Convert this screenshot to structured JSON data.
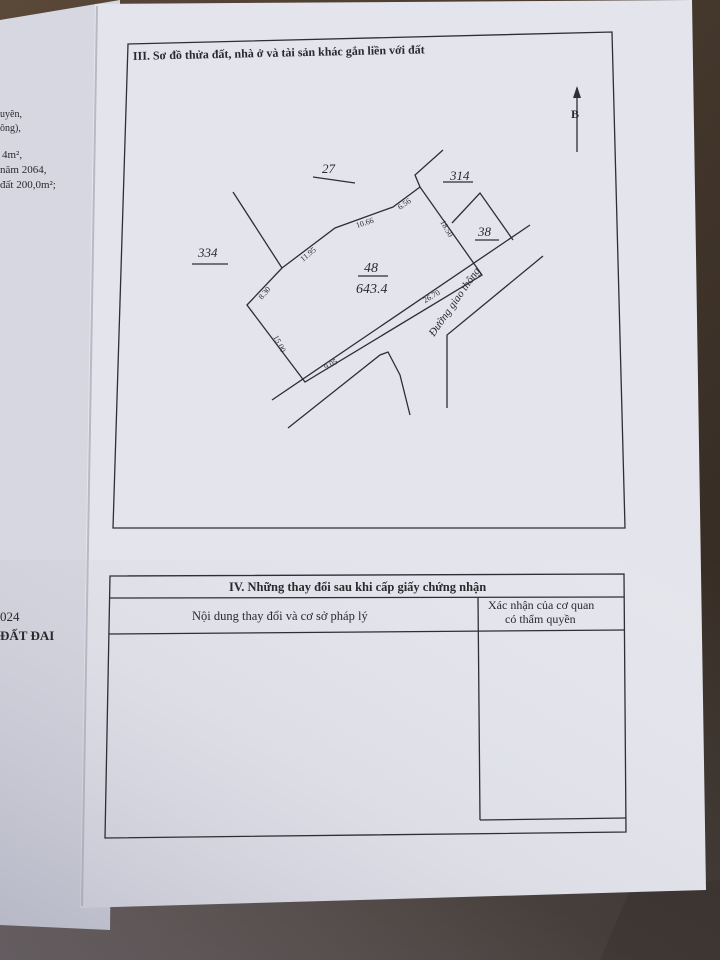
{
  "left_page": {
    "fragments": [
      "uyên,",
      "ông),",
      "4m²,",
      "năm 2064,",
      "đất 200,0m²;",
      "024",
      "ĐẤT ĐAI"
    ]
  },
  "section3": {
    "title": "III. Sơ đồ thửa đất, nhà ở và tài sản khác gắn liền với đất",
    "north_label": "B",
    "parcels": {
      "main_number": "48",
      "main_area": "643.4",
      "neighbor_27": "27",
      "neighbor_314": "314",
      "neighbor_38": "38",
      "neighbor_334": "334"
    },
    "edges": {
      "e1": "8.30",
      "e2": "11.95",
      "e3": "10.66",
      "e4": "6.56",
      "e5": "18.50",
      "e6": "26.70",
      "e7": "9.05",
      "e8": "15.00"
    },
    "road_label": "Đường giao thông"
  },
  "section4": {
    "title": "IV. Những thay đổi sau khi cấp giấy chứng nhận",
    "col1_header": "Nội dung thay đổi và cơ sở pháp lý",
    "col2_header_line1": "Xác nhận của cơ quan",
    "col2_header_line2": "có thẩm quyền"
  },
  "colors": {
    "paper": "#e4e5ec",
    "background": "#4a3c30",
    "ink": "#2e2e34"
  }
}
